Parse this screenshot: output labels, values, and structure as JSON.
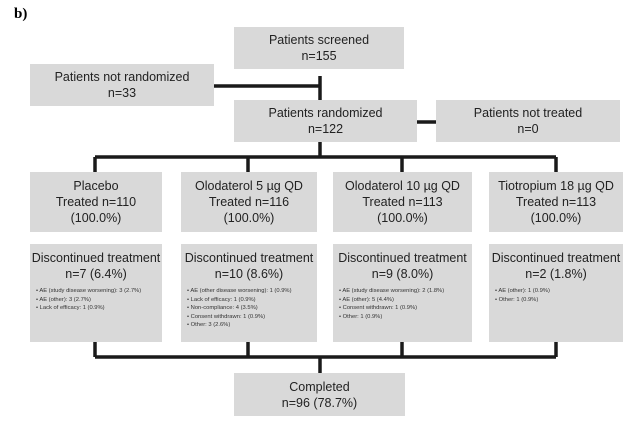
{
  "panel_label": "b)",
  "screened": {
    "title": "Patients screened",
    "count": "n=155"
  },
  "not_randomized": {
    "title": "Patients not randomized",
    "count": "n=33"
  },
  "randomized": {
    "title": "Patients randomized",
    "count": "n=122"
  },
  "not_treated": {
    "title": "Patients not treated",
    "count": "n=0"
  },
  "arms": [
    {
      "name": "Placebo",
      "treated": "Treated n=110",
      "pct": "(100.0%)",
      "disc_title": "Discontinued treatment",
      "disc_count": "n=7 (6.4%)",
      "reasons": [
        "AE (study disease worsening): 3 (2.7%)",
        "AE (other): 3 (2.7%)",
        "Lack of efficacy: 1 (0.9%)"
      ]
    },
    {
      "name": "Olodaterol 5 µg QD",
      "treated": "Treated n=116",
      "pct": "(100.0%)",
      "disc_title": "Discontinued treatment",
      "disc_count": "n=10 (8.6%)",
      "reasons": [
        "AE (other disease worsening): 1 (0.9%)",
        "Lack of efficacy: 1 (0.9%)",
        "Non-compliance: 4 (3.5%)",
        "Consent withdrawn: 1 (0.9%)",
        "Other: 3 (2.6%)"
      ]
    },
    {
      "name": "Olodaterol 10 µg QD",
      "treated": "Treated n=113",
      "pct": "(100.0%)",
      "disc_title": "Discontinued treatment",
      "disc_count": "n=9 (8.0%)",
      "reasons": [
        "AE (study disease worsening): 2 (1.8%)",
        "AE (other): 5 (4.4%)",
        "Consent withdrawn: 1 (0.9%)",
        "Other: 1 (0.9%)"
      ]
    },
    {
      "name": "Tiotropium 18 µg QD",
      "treated": "Treated n=113",
      "pct": "(100.0%)",
      "disc_title": "Discontinued treatment",
      "disc_count": "n=2 (1.8%)",
      "reasons": [
        "AE (other): 1 (0.9%)",
        "Other: 1 (0.9%)"
      ]
    }
  ],
  "completed": {
    "title": "Completed",
    "count": "n=96 (78.7%)"
  }
}
